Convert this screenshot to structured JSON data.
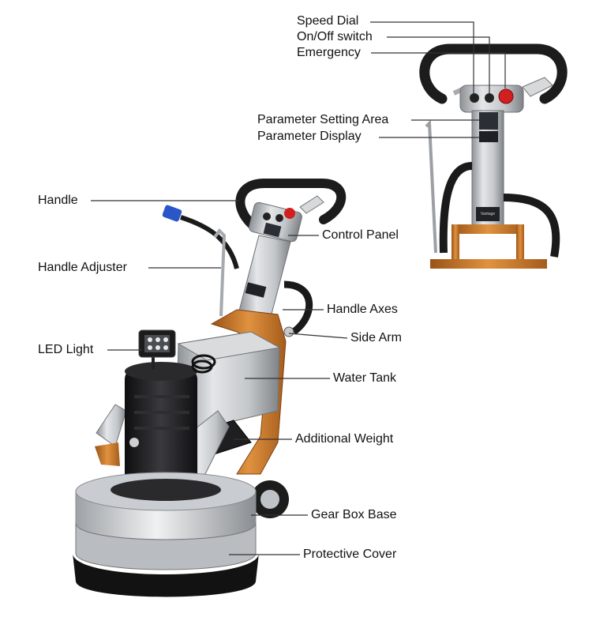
{
  "labels": {
    "speed_dial": "Speed Dial",
    "on_off_switch": "On/Off switch",
    "emergency": "Emergency",
    "parameter_setting_area": "Parameter Setting Area",
    "parameter_display": "Parameter Display",
    "handle": "Handle",
    "handle_adjuster": "Handle Adjuster",
    "led_light": "LED Light",
    "control_panel": "Control Panel",
    "handle_axes": "Handle Axes",
    "side_arm": "Side Arm",
    "water_tank": "Water Tank",
    "additional_weight": "Additional Weight",
    "gear_box_base": "Gear Box Base",
    "protective_cover": "Protective Cover"
  },
  "plate_text": "Vantage",
  "colors": {
    "frame_orange": "#c8782a",
    "steel": "#bfc2c6",
    "motor_black": "#1d1d1f",
    "emergency_red": "#d21f1f",
    "plug_blue": "#2a56c8",
    "leader_line": "#333333"
  }
}
